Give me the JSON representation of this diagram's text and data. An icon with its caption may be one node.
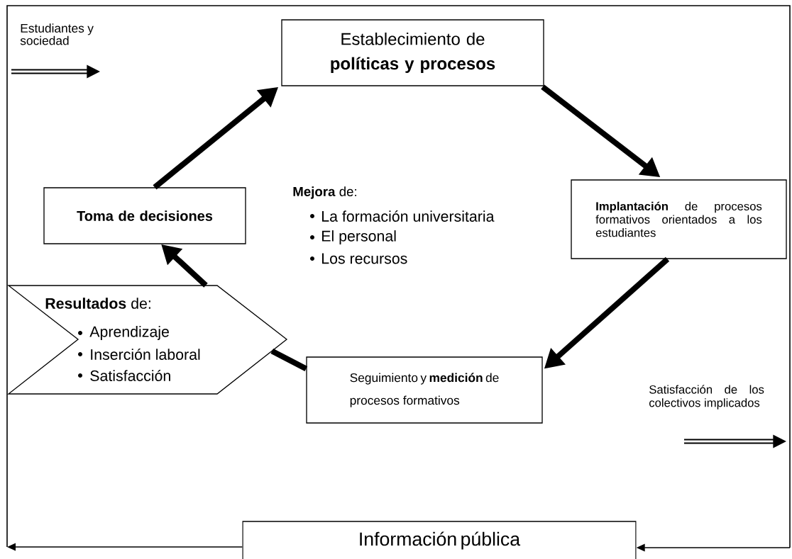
{
  "diagram": {
    "nodes": [
      {
        "text": [
          "Establecimiento de **políticas y procesos**"
        ]
      },
      {
        "text": [
          "**Implantación** de procesos formativos orientados a los estudiantes"
        ]
      },
      {
        "text": [
          "Seguimiento y **medición** de procesos formativos"
        ]
      },
      {
        "text": [
          "**Resultados** de:",
          "Aprendizaje",
          "Inserción laboral",
          "Satisfacción"
        ]
      },
      {
        "text": [
          "Toma de decisiones"
        ]
      },
      {
        "text": [
          "Información pública"
        ]
      }
    ],
    "edges": [
      {
        "from": 4,
        "to": 0,
        "arrow": "to"
      },
      {
        "from": 0,
        "to": 1,
        "arrow": "to"
      },
      {
        "from": 1,
        "to": 2,
        "arrow": "to"
      },
      {
        "from": 2,
        "to": 3,
        "arrow": "none"
      },
      {
        "from": 3,
        "to": 4,
        "arrow": "to"
      },
      {
        "from": 5,
        "to": null,
        "arrow": "to"
      },
      {
        "from": null,
        "to": 5,
        "arrow": "to"
      }
    ],
    "labels": [
      "Estudiantes y sociedad",
      "**Mejora** de:",
      "La formación universitaria",
      "El personal",
      "Los recursos",
      "Satisfacción de los colectivos implicados"
    ]
  }
}
